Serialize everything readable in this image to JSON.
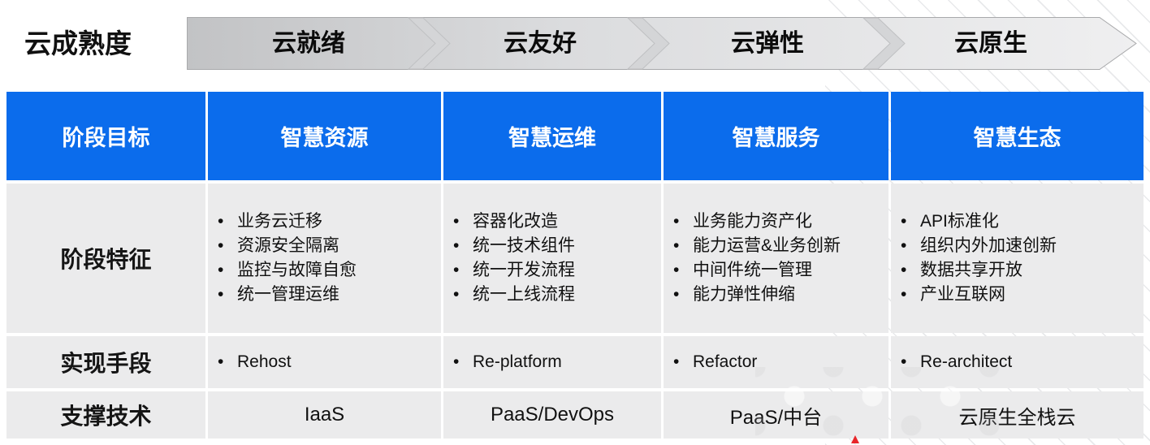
{
  "band": {
    "axis_label": "云成熟度",
    "stages": [
      "云就绪",
      "云友好",
      "云弹性",
      "云原生"
    ]
  },
  "table": {
    "row_labels": [
      "阶段目标",
      "阶段特征",
      "实现手段",
      "支撑技术"
    ],
    "goals": [
      "智慧资源",
      "智慧运维",
      "智慧服务",
      "智慧生态"
    ],
    "features": [
      [
        "业务云迁移",
        "资源安全隔离",
        "监控与故障自愈",
        "统一管理运维"
      ],
      [
        "容器化改造",
        "统一技术组件",
        "统一开发流程",
        "统一上线流程"
      ],
      [
        "业务能力资产化",
        "能力运营&业务创新",
        "中间件统一管理",
        "能力弹性伸缩"
      ],
      [
        "API标准化",
        "组织内外加速创新",
        "数据共享开放",
        "产业互联网"
      ]
    ],
    "methods": [
      "Rehost",
      "Re-platform",
      "Refactor",
      "Re-architect"
    ],
    "technologies": [
      "IaaS",
      "PaaS/DevOps",
      "PaaS/中台",
      "云原生全栈云"
    ]
  },
  "colors": {
    "header_blue": "#0B6CEC",
    "cell_gray": "#EBEBEC",
    "band_gradient_start": "#C2C3C5",
    "band_gradient_end": "#EFEFF0",
    "chevron_gray": "#D4D5D7",
    "marker_red": "#E8262A",
    "text_black": "#111111",
    "header_text": "#FFFFFF"
  }
}
